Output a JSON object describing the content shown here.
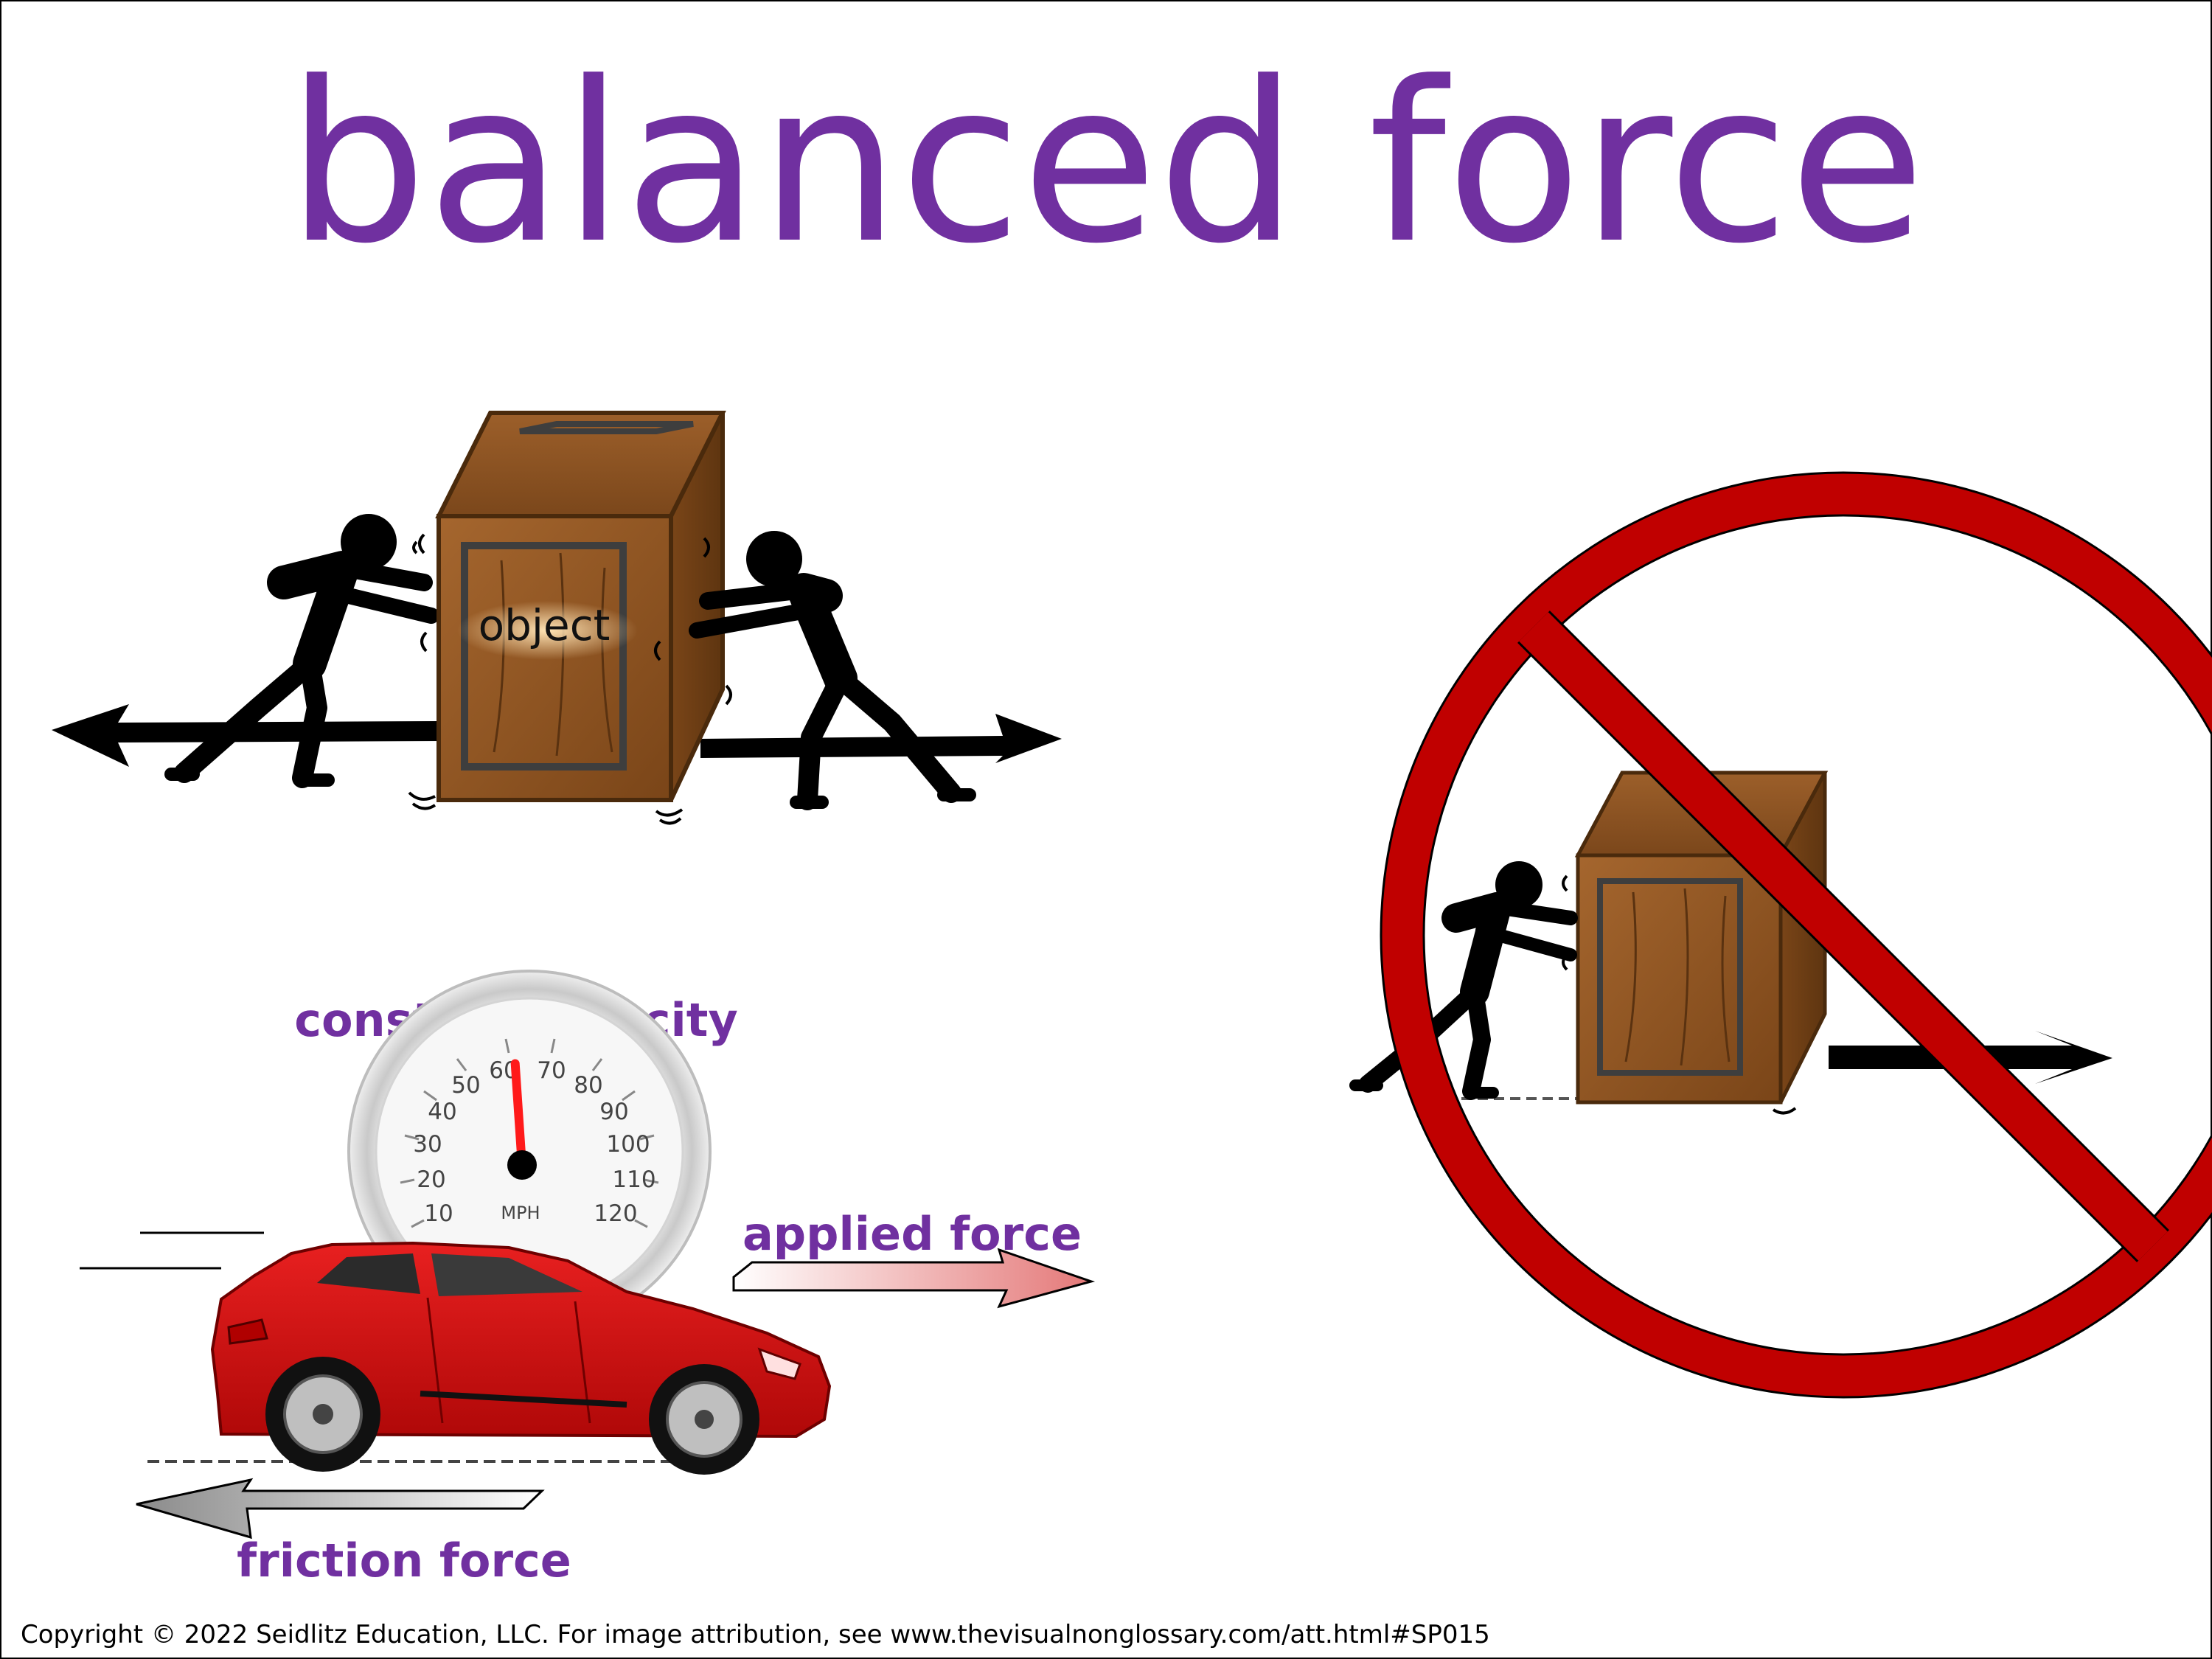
{
  "title": "balanced force",
  "labels": {
    "object": "object",
    "constant_velocity": "constant velocity",
    "applied_force": "applied force",
    "friction_force": "friction force"
  },
  "speedometer": {
    "ticks": [
      "10",
      "20",
      "30",
      "40",
      "50",
      "60",
      "70",
      "80",
      "90",
      "100",
      "110",
      "120"
    ],
    "unit": "MPH",
    "reading": 60
  },
  "copyright": "Copyright © 2022 Seidlitz Education, LLC.  For image attribution, see www.thevisualnonglossary.com/att.html#SP015",
  "colors": {
    "title": "#7030a0",
    "crate": "#8a5224",
    "prohibition": "#c00000",
    "car": "#d10f0f",
    "stick_figure": "#000000"
  }
}
